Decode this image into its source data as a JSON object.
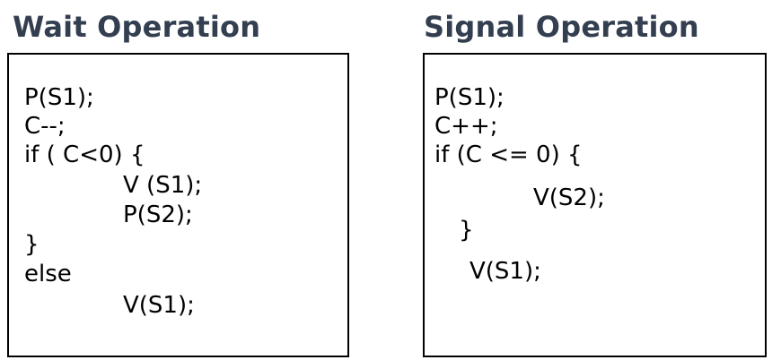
{
  "colors": {
    "title": "#333f50",
    "text": "#000000",
    "border": "#000000",
    "background": "#ffffff"
  },
  "wait": {
    "title": "Wait Operation",
    "lines": [
      "P(S1);",
      "C--;",
      "if ( C<0) {",
      "V (S1);",
      "P(S2);",
      "}",
      "else",
      "V(S1);"
    ]
  },
  "signal": {
    "title": "Signal Operation",
    "lines": [
      "P(S1);",
      "C++;",
      "if (C <= 0) {",
      "V(S2);",
      "}",
      "V(S1);"
    ]
  }
}
